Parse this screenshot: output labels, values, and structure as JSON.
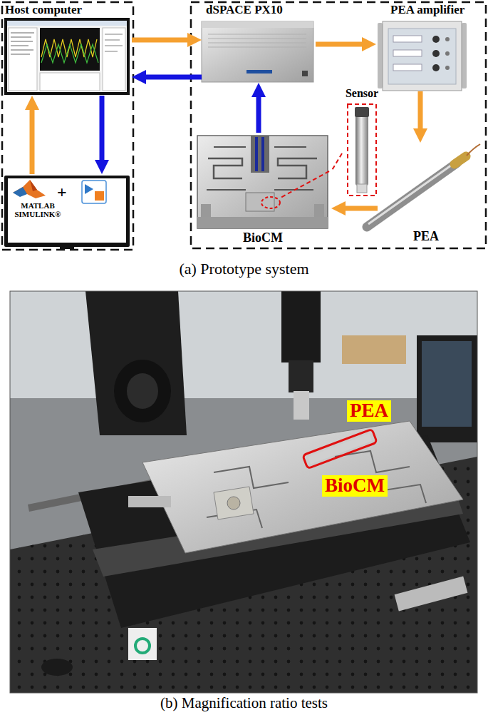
{
  "diagram": {
    "nodes": [
      {
        "text": [
          "Host computer"
        ]
      },
      {
        "text": [
          "+",
          "MATLAB SIMULINK®"
        ]
      },
      {
        "text": [
          "dSPACE PX10"
        ]
      },
      {
        "text": [
          "PEA amplifier"
        ]
      },
      {
        "text": [
          "BioCM"
        ]
      },
      {
        "text": [
          "Sensor"
        ]
      },
      {
        "text": [
          "PEA"
        ]
      }
    ],
    "edges": [
      {
        "from": 0,
        "to": 2,
        "arrow": "to"
      },
      {
        "from": 2,
        "to": 0,
        "arrow": "to"
      },
      {
        "from": 2,
        "to": 3,
        "arrow": "to"
      },
      {
        "from": 3,
        "to": 6,
        "arrow": "to"
      },
      {
        "from": 6,
        "to": 4,
        "arrow": "to"
      },
      {
        "from": 4,
        "to": 2,
        "arrow": "to"
      },
      {
        "from": 0,
        "to": 1,
        "arrow": "to"
      },
      {
        "from": 1,
        "to": 0,
        "arrow": "to"
      },
      {
        "from": 5,
        "to": 4,
        "arrow": "none"
      }
    ],
    "labels": [
      "(a) Prototype system",
      "PEA",
      "BioCM",
      "(b) Magnification ratio tests"
    ]
  }
}
